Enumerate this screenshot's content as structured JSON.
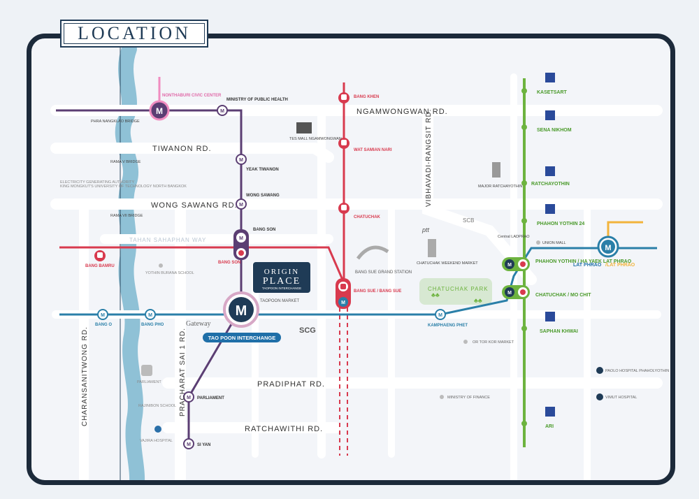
{
  "title": "LOCATION",
  "roads": {
    "ngamwongwan": "NGAMWONGWAN RD.",
    "tiwanon": "TIWANON RD.",
    "wong_sawang": "WONG SAWANG RD.",
    "pradiphat": "PRADIPHAT RD.",
    "ratchawithi": "RATCHAWITHI RD.",
    "vibhavadi": "VIBHAVADI-RANGSIT RD.",
    "charansanitwong": "CHARANSANITWONG RD.",
    "pracharat": "PRACHARAT SAI 1 RD.",
    "thahan": "TAHAN SAHAPHAN WAY",
    "kamphaeng": "KAMPHAENG PHET"
  },
  "bridges": {
    "phra_nangklao": "PHRA NANGKLAO BRIDGE",
    "rama_v": "RAMA V BRIDGE",
    "rama_vii": "RAMA VII BRIDGE"
  },
  "stations": {
    "nonthaburi": "NONTHABURI CIVIC CENTER",
    "ministry": "MINISTRY OF PUBLIC HEALTH",
    "yaek_tiwanon": "YEAK TIWANON",
    "wong_sawang": "WONG SAWANG",
    "bang_son_purple": "BANG SON",
    "bang_son_red": "BANG SON",
    "bang_bamru": "BANG BAMRU",
    "bang_o": "BANG O",
    "bang_pho": "BANG PHO",
    "tao_poon": "TAO POON INTERCHANGE",
    "parliament": "PARLIAMENT",
    "si_yan": "SI YAN",
    "bang_khen": "BANG KHEN",
    "wat_samian": "WAT SAMIAN NARI",
    "chatuchak_red": "CHATUCHAK",
    "bang_sue": "BANG SUE / BANG SUE",
    "kamphaeng_phet": "KAMPHAENG PHET",
    "kasetsart": "KASETSART",
    "sena_nikhom": "SENA NIKHOM",
    "ratchayothin": "RATCHAYOTHIN",
    "phahon_24": "PHAHON YOTHIN 24",
    "ha_yaek": "PHAHON YOTHIN / HA YAEK LAT PHRAO",
    "chatuchak_mo_chit": "CHATUCHAK / MO CHIT",
    "saphan_khwai": "SAPHAN KHWAI",
    "ari": "ARI",
    "lat_phrao": "LAT PHRAO",
    "lat_phrao_yellow": "/LAT PHRAO"
  },
  "landmarks": {
    "origin_line1": "ORIGIN",
    "origin_line2": "PLACE",
    "origin_sub": "TAOPOON INTERCHANGE",
    "taopoon_market": "TAOPOON MARKET",
    "bang_sue_grand": "BANG SUE GRAND STATION",
    "chatuchak_park": "CHATUCHAK PARK",
    "scg": "SCG",
    "gateway": "Gateway",
    "electricity": "ELECTRICITY GENERATING AUTHORITY",
    "kmutnb": "KING MONGKUT'S UNIVERSITY OF TECHNOLOGY NORTH BANGKOK",
    "yothin": "YOTHIN BURANA SCHOOL",
    "parliament_bld": "PARLIAMENT",
    "rajinibon": "RAJINIBON SCHOOL",
    "vajira": "VAJIRA HOSPITAL",
    "or_tor_kor": "OR TOR KOR MARKET",
    "ministry_finance": "MINISTRY OF FINANCE",
    "paolo": "PAOLO HOSPITAL PHAHOLYOTHIN",
    "vimut": "VIMUT HOSPITAL",
    "major": "MAJOR RATCHAYOTHIN",
    "scb": "SCB",
    "ptt": "ptt",
    "central": "Central LADPRAO",
    "union_mall": "UNION MALL",
    "tesmall": "TES MALL NGAMWONGWAN",
    "chatuchak_market": "CHATUCHAK WEEKEND MARKET"
  },
  "colors": {
    "purple": "#5b3e73",
    "red": "#d83a4e",
    "blue": "#2a7fa8",
    "green": "#6db33f",
    "pink": "#f08cc0",
    "yellow": "#f2b43c",
    "navy": "#1f3b56",
    "road": "#ffffff"
  }
}
